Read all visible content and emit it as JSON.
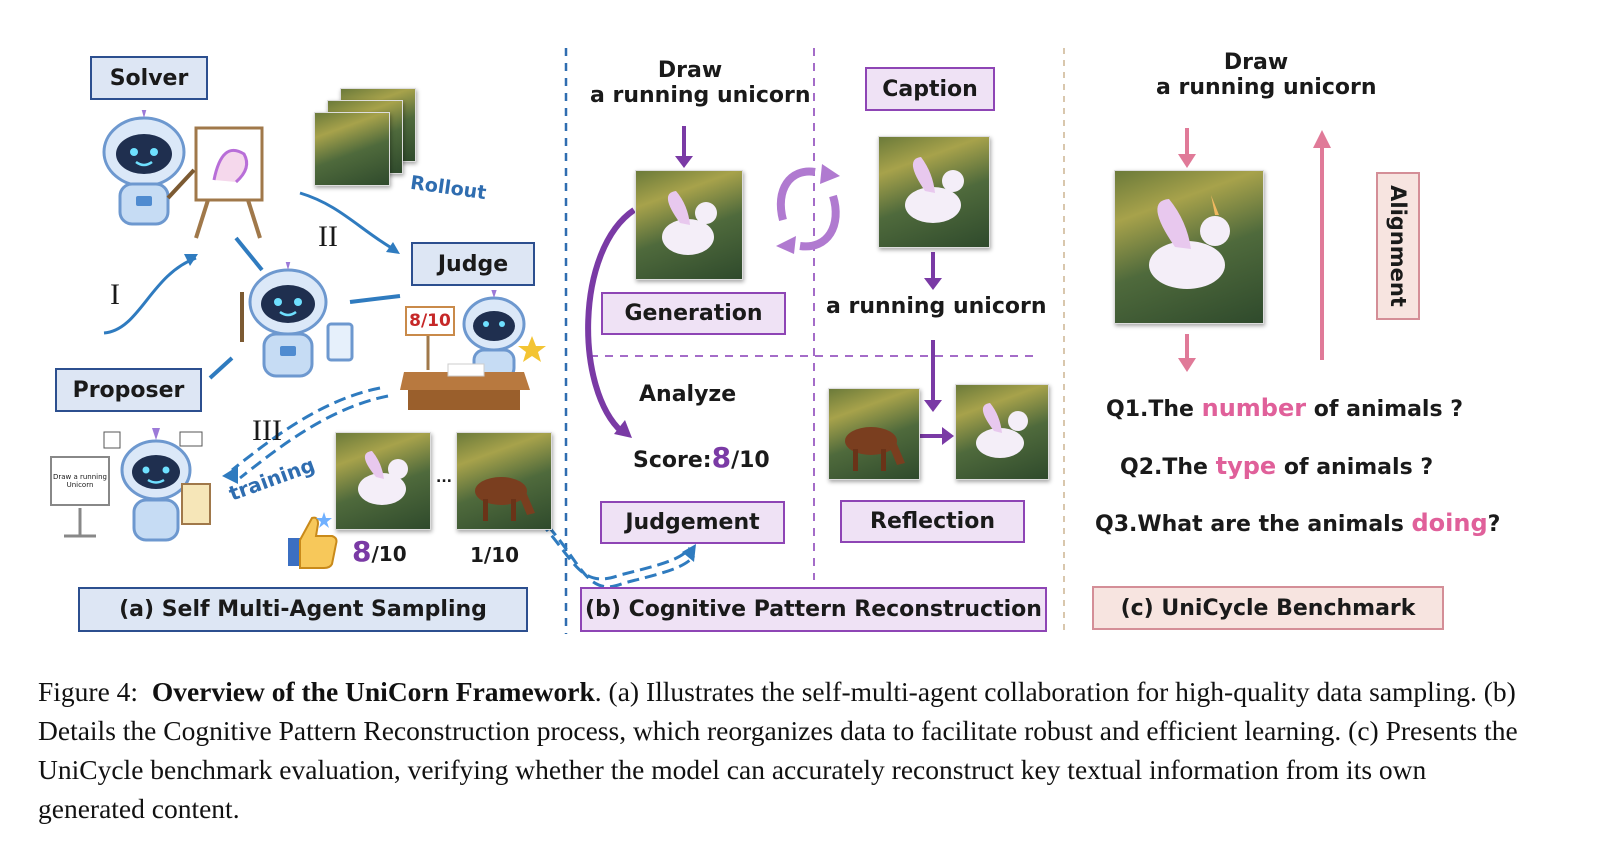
{
  "panel_a": {
    "solver": "Solver",
    "judge": "Judge",
    "proposer": "Proposer",
    "rollout": "Rollout",
    "training": "training",
    "roman_1": "I",
    "roman_2": "II",
    "roman_3": "III",
    "judge_sign": "8/10",
    "board_text": "Draw a running Unicorn",
    "score_good_num": "8",
    "score_good_den": "/10",
    "ellipsis": "...",
    "score_bad": "1/10",
    "label": "(a) Self Multi-Agent Sampling"
  },
  "panel_b": {
    "prompt_line1": "Draw",
    "prompt_line2": "a running unicorn",
    "generation": "Generation",
    "caption": "Caption",
    "caption_text": "a running unicorn",
    "analyze": "Analyze",
    "score_prefix": "Score:",
    "score_num": "8",
    "score_den": "/10",
    "judgement": "Judgement",
    "reflection": "Reflection",
    "label": "(b) Cognitive Pattern Reconstruction"
  },
  "panel_c": {
    "prompt_line1": "Draw",
    "prompt_line2": "a running unicorn",
    "alignment": "Alignment",
    "q1_pre": "Q1.The ",
    "q1_key": "number",
    "q1_post": " of animals ?",
    "q2_pre": "Q2.The ",
    "q2_key": "type",
    "q2_post": " of animals ?",
    "q3_pre": "Q3.What are the animals ",
    "q3_key": "doing",
    "q3_post": "?",
    "label": "(c) UniCycle Benchmark"
  },
  "figure_caption": {
    "prefix": "Figure 4:  ",
    "title": "Overview of the UniCorn Framework",
    "body": ". (a) Illustrates the self-multi-agent collaboration for high-quality data sampling. (b) Details the Cognitive Pattern Reconstruction process, which reorganizes data to facilitate robust and efficient learning. (c) Presents the UniCycle benchmark evaluation, verifying whether the model can accurately reconstruct key textual information from its own generated content."
  },
  "colors": {
    "blue_border": "#2c4f8f",
    "purple": "#8e45b5",
    "pink": "#d48e97",
    "keyword_pink": "#e0609a"
  }
}
